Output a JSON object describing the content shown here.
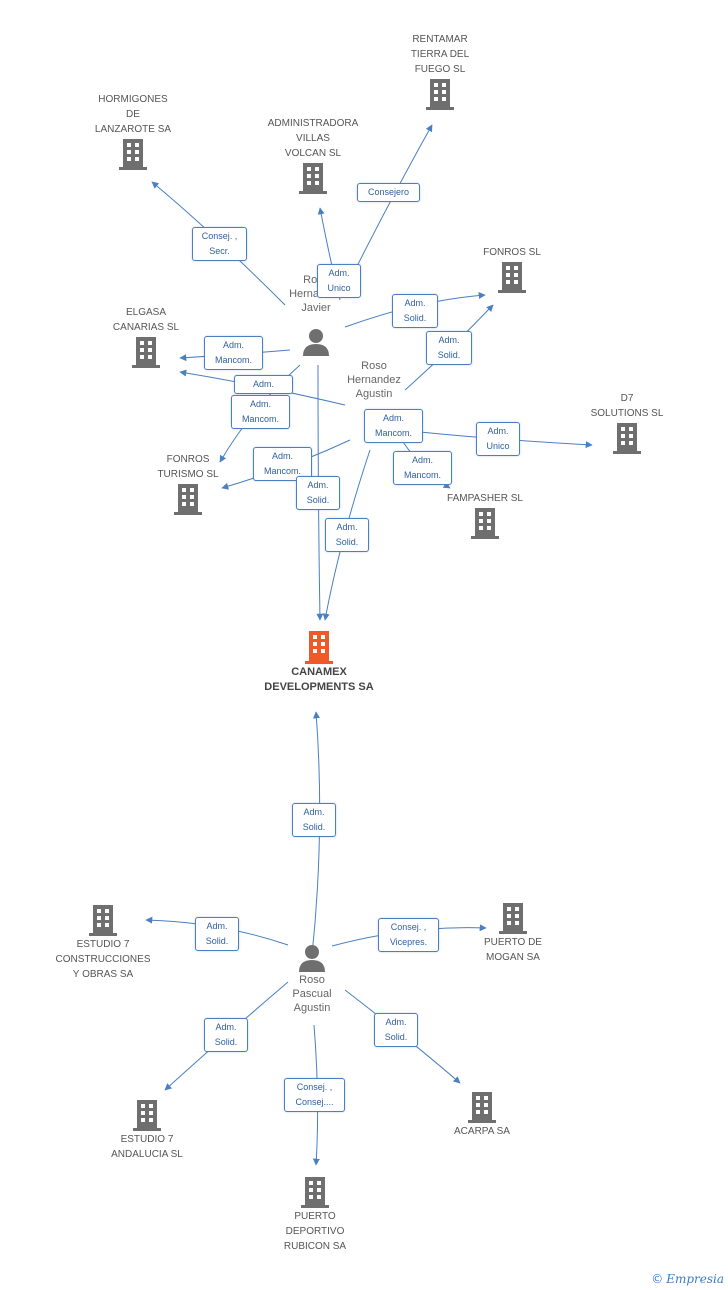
{
  "nodes": [
    {
      "id": "hormigones",
      "label": "HORMIGONES\nDE\nLANZAROTE SA",
      "type": "company"
    },
    {
      "id": "administradora",
      "label": "ADMINISTRADORA\nVILLAS\nVOLCAN SL",
      "type": "company"
    },
    {
      "id": "rentamar",
      "label": "RENTAMAR\nTIERRA DEL\nFUEGO SL",
      "type": "company"
    },
    {
      "id": "fonros",
      "label": "FONROS SL",
      "type": "company"
    },
    {
      "id": "elgasa",
      "label": "ELGASA\nCANARIAS SL",
      "type": "company"
    },
    {
      "id": "d7",
      "label": "D7\nSOLUTIONS SL",
      "type": "company"
    },
    {
      "id": "fonros_turismo",
      "label": "FONROS\nTURISMO SL",
      "type": "company"
    },
    {
      "id": "fampasher",
      "label": "FAMPASHER SL",
      "type": "company"
    },
    {
      "id": "canamex",
      "label": "CANAMEX\nDEVELOPMENTS SA",
      "type": "main"
    },
    {
      "id": "estudio7_const",
      "label": "ESTUDIO 7\nCONSTRUCCIONES\nY OBRAS SA",
      "type": "company"
    },
    {
      "id": "puerto_mogan",
      "label": "PUERTO DE\nMOGAN SA",
      "type": "company"
    },
    {
      "id": "estudio7_and",
      "label": "ESTUDIO 7\nANDALUCIA SL",
      "type": "company"
    },
    {
      "id": "acarpa",
      "label": "ACARPA SA",
      "type": "company"
    },
    {
      "id": "puerto_rubicon",
      "label": "PUERTO\nDEPORTIVO\nRUBICON SA",
      "type": "company"
    },
    {
      "id": "javier",
      "label": "Roso\nHernandez\nJavier",
      "type": "person"
    },
    {
      "id": "agustin",
      "label": "Roso\nHernandez\nAgustin",
      "type": "person"
    },
    {
      "id": "pascual",
      "label": "Roso\nPascual\nAgustin",
      "type": "person"
    }
  ],
  "edge_labels": [
    {
      "id": "e1",
      "text": "Consej. ,\nSecr."
    },
    {
      "id": "e2",
      "text": "Adm.\nUnico"
    },
    {
      "id": "e3",
      "text": "Consejero"
    },
    {
      "id": "e4",
      "text": "Adm.\nSolid."
    },
    {
      "id": "e5",
      "text": "Adm.\nSolid."
    },
    {
      "id": "e6",
      "text": "Adm.\nMancom."
    },
    {
      "id": "e7",
      "text": "Adm."
    },
    {
      "id": "e8",
      "text": "Adm.\nMancom."
    },
    {
      "id": "e9",
      "text": "Adm.\nMancom."
    },
    {
      "id": "e10",
      "text": "Adm.\nMancom."
    },
    {
      "id": "e11",
      "text": "Adm.\nUnico"
    },
    {
      "id": "e12",
      "text": "Adm.\nMancom."
    },
    {
      "id": "e13",
      "text": "Adm.\nSolid."
    },
    {
      "id": "e14",
      "text": "Adm.\nSolid."
    },
    {
      "id": "e15",
      "text": "Adm.\nSolid."
    },
    {
      "id": "e16",
      "text": "Adm.\nSolid."
    },
    {
      "id": "e17",
      "text": "Consej. ,\nVicepres."
    },
    {
      "id": "e18",
      "text": "Adm.\nSolid."
    },
    {
      "id": "e19",
      "text": "Adm.\nSolid."
    },
    {
      "id": "e20",
      "text": "Consej. ,\nConsej...."
    }
  ],
  "colors": {
    "edge": "#4a7fc1",
    "company_icon": "#6f6f6f",
    "main_icon": "#f05a28",
    "person_icon": "#6f6f6f"
  },
  "brand": {
    "copyright": "©",
    "name": "Empresia"
  }
}
